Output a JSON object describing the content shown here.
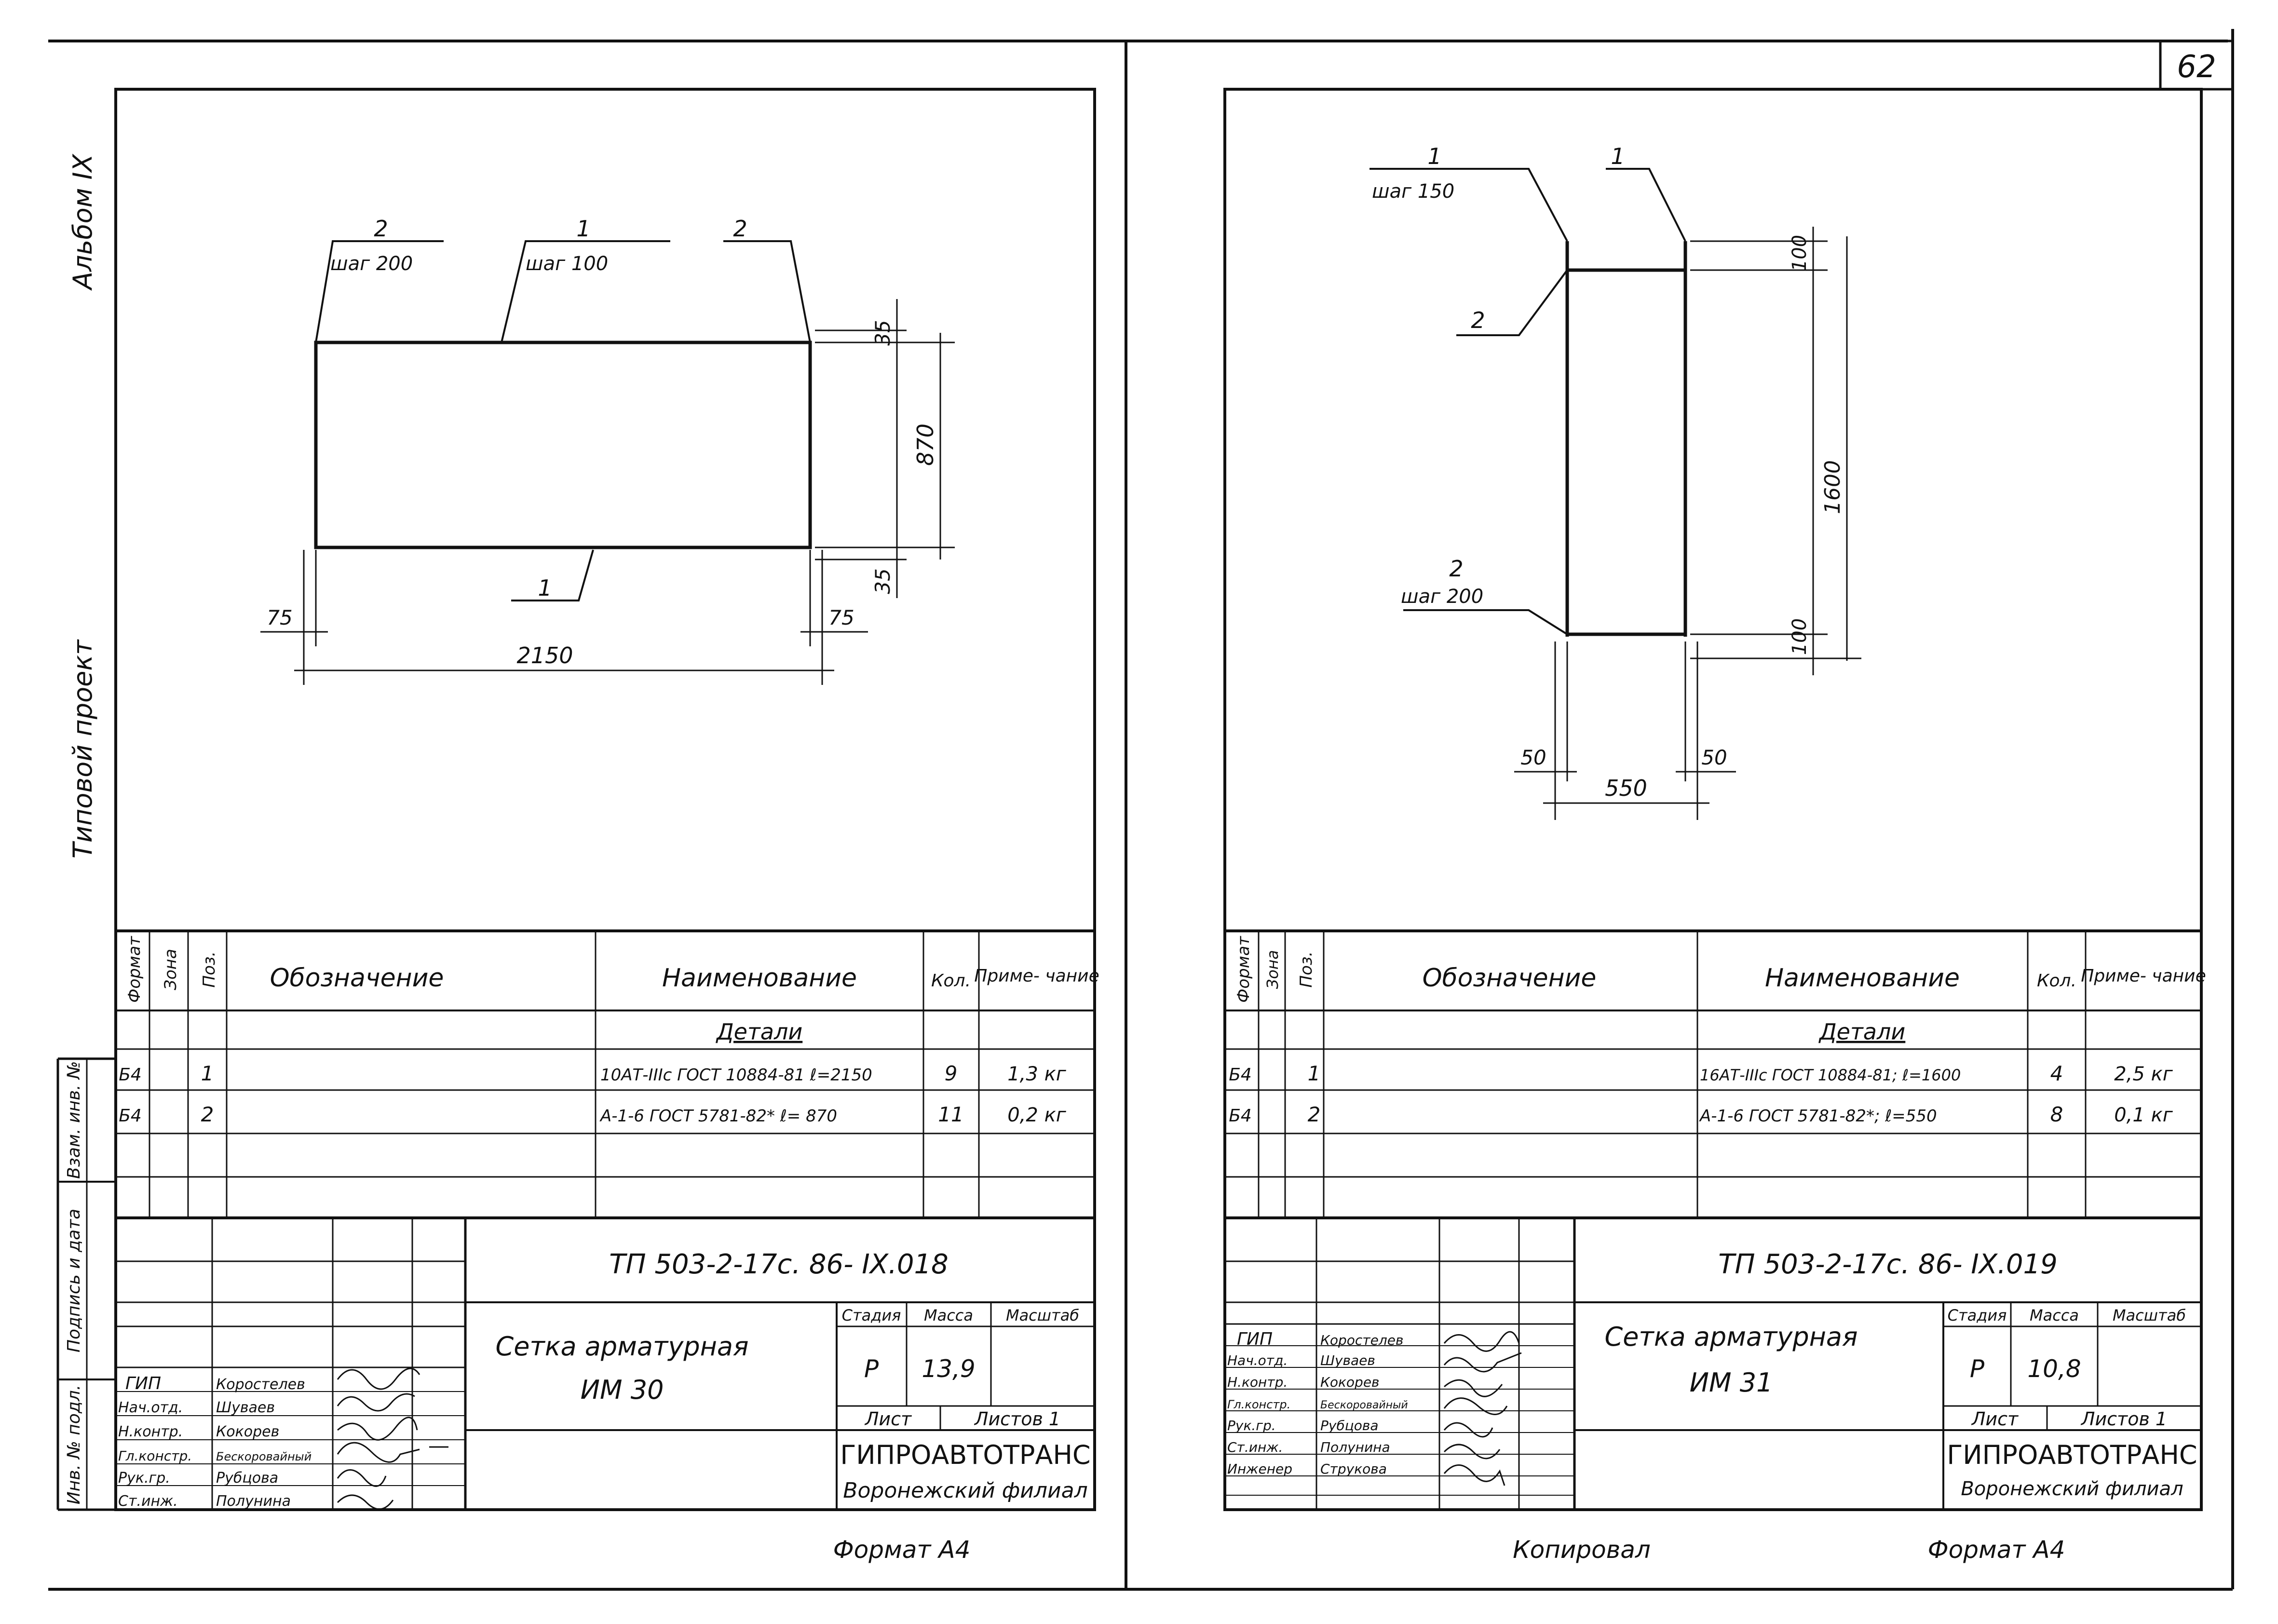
{
  "page_number": "62",
  "side": {
    "album": "Альбом IX",
    "project": "Типовой проект"
  },
  "stamp_labels": {
    "inv_podl": "Инв. № подл.",
    "podpis_data": "Подпись и дата",
    "vzam_inv": "Взам. инв. №"
  },
  "bottom": {
    "left_format": "Формат А4",
    "right_copied": "Копировал",
    "right_format": "Формат А4"
  },
  "sheets": [
    {
      "id": "left",
      "drawing": {
        "labels": {
          "l1_num": "2",
          "l1_sub": "шаг 200",
          "l2_num": "1",
          "l2_sub": "шаг 100",
          "l3_num": "2",
          "l4_num": "1"
        },
        "dims": {
          "top": "35",
          "height": "870",
          "bottom": "35",
          "left": "75",
          "right": "75",
          "width": "2150"
        }
      },
      "spec": {
        "headers": {
          "format": "Формат",
          "zone": "Зона",
          "pos": "Поз.",
          "designation": "Обозначение",
          "name": "Наименование",
          "qty": "Кол.",
          "note": "Приме- чание"
        },
        "section": "Детали",
        "rows": [
          {
            "format": "Б4",
            "pos": "1",
            "name": "10АТ-IIIс ГОСТ 10884-81  ℓ=2150",
            "qty": "9",
            "note": "1,3 кг"
          },
          {
            "format": "Б4",
            "pos": "2",
            "name": "А-1-6 ГОСТ 5781-82*  ℓ= 870",
            "qty": "11",
            "note": "0,2 кг"
          }
        ]
      },
      "title_block": {
        "code": "ТП   503-2-17с. 86-   IX.018",
        "title_line1": "Сетка арматурная",
        "title_line2": "ИМ 30",
        "stage_label": "Стадия",
        "mass_label": "Масса",
        "scale_label": "Масштаб",
        "stage": "Р",
        "mass": "13,9",
        "sheet_label": "Лист",
        "sheets_label": "Листов 1",
        "org1": "ГИПРОАВТОТРАНС",
        "org2": "Воронежский филиал",
        "roles": [
          "ГИП",
          "Нач.отд.",
          "Н.контр.",
          "Гл.констр.",
          "Рук.гр.",
          "Ст.инж."
        ],
        "names": [
          "Коростелев",
          "Шуваев",
          "Кокорев",
          "Бескоровайный",
          "Рубцова",
          "Полунина"
        ]
      }
    },
    {
      "id": "right",
      "drawing": {
        "labels": {
          "l1_num": "1",
          "l1_sub": "шаг 150",
          "l2_num": "1",
          "l3_num": "2",
          "l4_num": "2",
          "l4_sub": "шаг 200"
        },
        "dims": {
          "top": "100",
          "height": "1600",
          "bottom": "100",
          "left": "50",
          "right": "50",
          "width": "550"
        }
      },
      "spec": {
        "headers": {
          "format": "Формат",
          "zone": "Зона",
          "pos": "Поз.",
          "designation": "Обозначение",
          "name": "Наименование",
          "qty": "Кол.",
          "note": "Приме- чание"
        },
        "section": "Детали",
        "rows": [
          {
            "format": "Б4",
            "pos": "1",
            "name": "16АТ-IIIс ГОСТ 10884-81; ℓ=1600",
            "qty": "4",
            "note": "2,5 кг"
          },
          {
            "format": "Б4",
            "pos": "2",
            "name": "А-1-6 ГОСТ 5781-82*; ℓ=550",
            "qty": "8",
            "note": "0,1 кг"
          }
        ]
      },
      "title_block": {
        "code": "ТП   503-2-17с. 86-   IX.019",
        "title_line1": "Сетка арматурная",
        "title_line2": "ИМ 31",
        "stage_label": "Стадия",
        "mass_label": "Масса",
        "scale_label": "Масштаб",
        "stage": "Р",
        "mass": "10,8",
        "sheet_label": "Лист",
        "sheets_label": "Листов 1",
        "org1": "ГИПРОАВТОТРАНС",
        "org2": "Воронежский филиал",
        "roles": [
          "ГИП",
          "Нач.отд.",
          "Н.контр.",
          "Гл.констр.",
          "Рук.гр.",
          "Ст.инж.",
          "Инженер"
        ],
        "names": [
          "Коростелев",
          "Шуваев",
          "Кокорев",
          "Бескоровайный",
          "Рубцова",
          "Полунина",
          "Струкова"
        ]
      }
    }
  ]
}
